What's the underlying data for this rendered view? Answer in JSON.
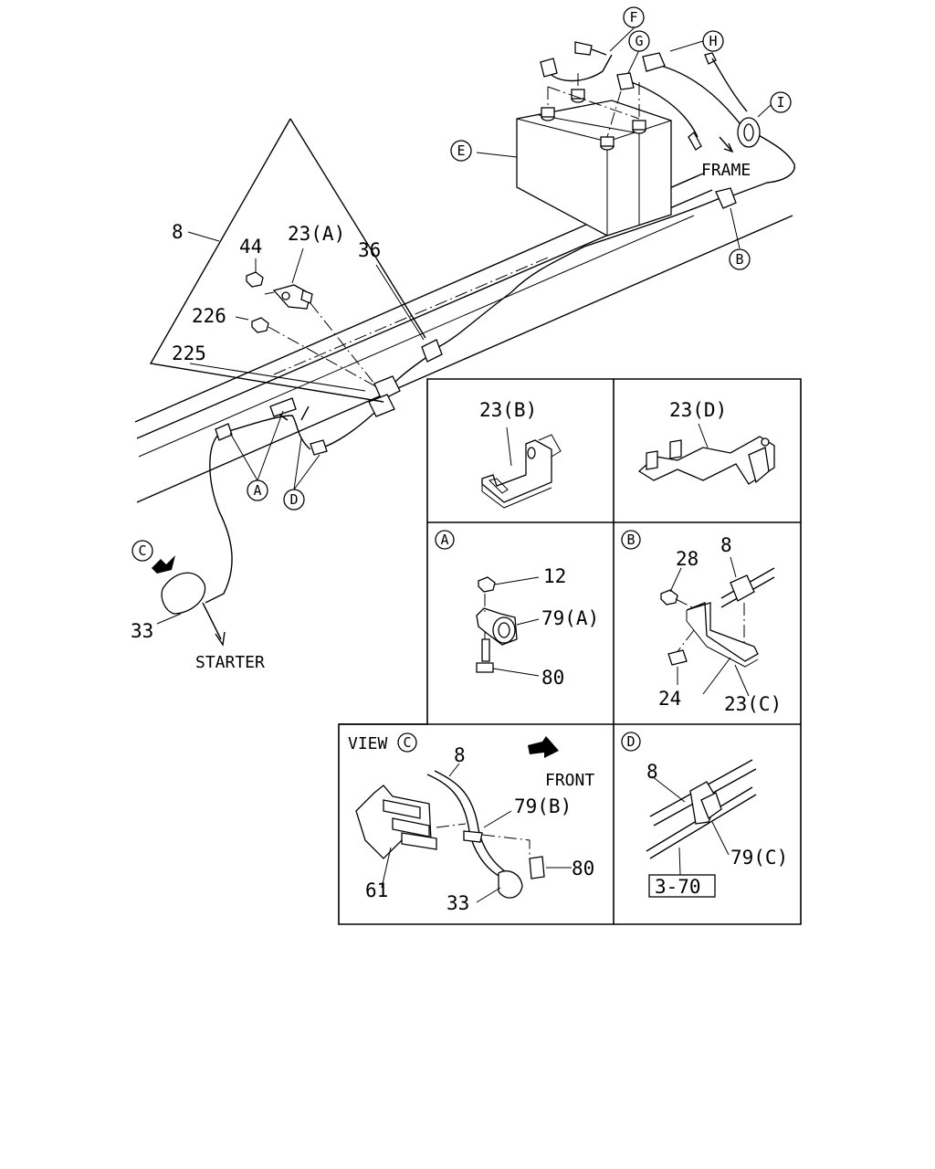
{
  "labels": {
    "frame": "FRAME",
    "starter": "STARTER",
    "front": "FRONT",
    "view": "VIEW"
  },
  "main_callouts": {
    "p8": "8",
    "p44": "44",
    "p23a": "23(A)",
    "p36": "36",
    "p226": "226",
    "p225": "225",
    "p33": "33"
  },
  "circle_refs": {
    "A": "A",
    "B": "B",
    "C": "C",
    "D": "D",
    "E": "E",
    "F": "F",
    "G": "G",
    "H": "H",
    "I": "I"
  },
  "panel_23b": {
    "label": "23(B)"
  },
  "panel_23d": {
    "label": "23(D)"
  },
  "panel_a": {
    "ref": "A",
    "p12": "12",
    "p79a": "79(A)",
    "p80": "80"
  },
  "panel_b": {
    "ref": "B",
    "p28": "28",
    "p8": "8",
    "p24": "24",
    "p23c": "23(C)"
  },
  "panel_view_c": {
    "ref": "C",
    "p8": "8",
    "p79b": "79(B)",
    "p80": "80",
    "p61": "61",
    "p33": "33"
  },
  "panel_d": {
    "ref": "D",
    "p8": "8",
    "p79c": "79(C)",
    "page_ref": "3-70"
  }
}
